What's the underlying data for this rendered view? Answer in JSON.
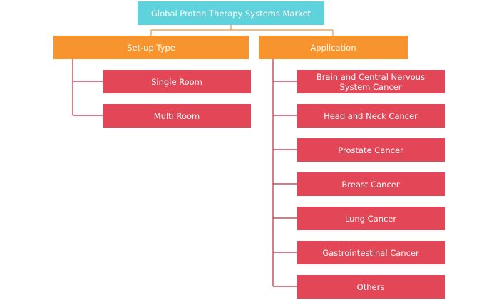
{
  "root": "Global Proton Therapy Systems Market",
  "categories": [
    {
      "label": "Set-up Type",
      "children": [
        "Single Room",
        "Multi Room"
      ]
    },
    {
      "label": "Application",
      "children": [
        "Brain and Central Nervous System Cancer",
        "Head and Neck Cancer",
        "Prostate Cancer",
        "Breast Cancer",
        "Lung Cancer",
        "Gastrointestinal Cancer",
        "Others"
      ]
    }
  ],
  "colors": {
    "root": "#5fd3db",
    "category": "#f7942e",
    "leaf": "#e34656",
    "connector_top": "#f7942e",
    "connector_leaf": "#c0283a"
  }
}
